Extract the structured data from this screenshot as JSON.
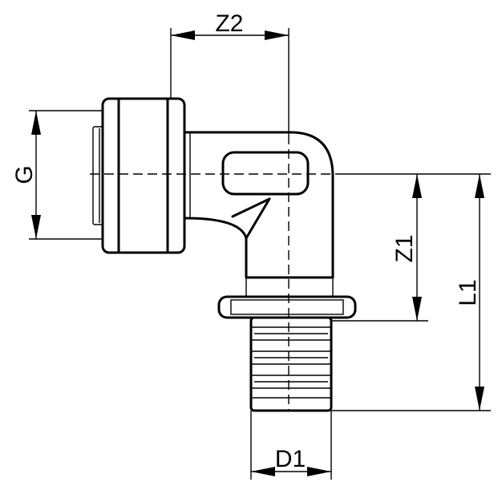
{
  "dimensions": {
    "z2": "Z2",
    "g": "G",
    "z1": "Z1",
    "l1": "L1",
    "d1": "D1"
  }
}
